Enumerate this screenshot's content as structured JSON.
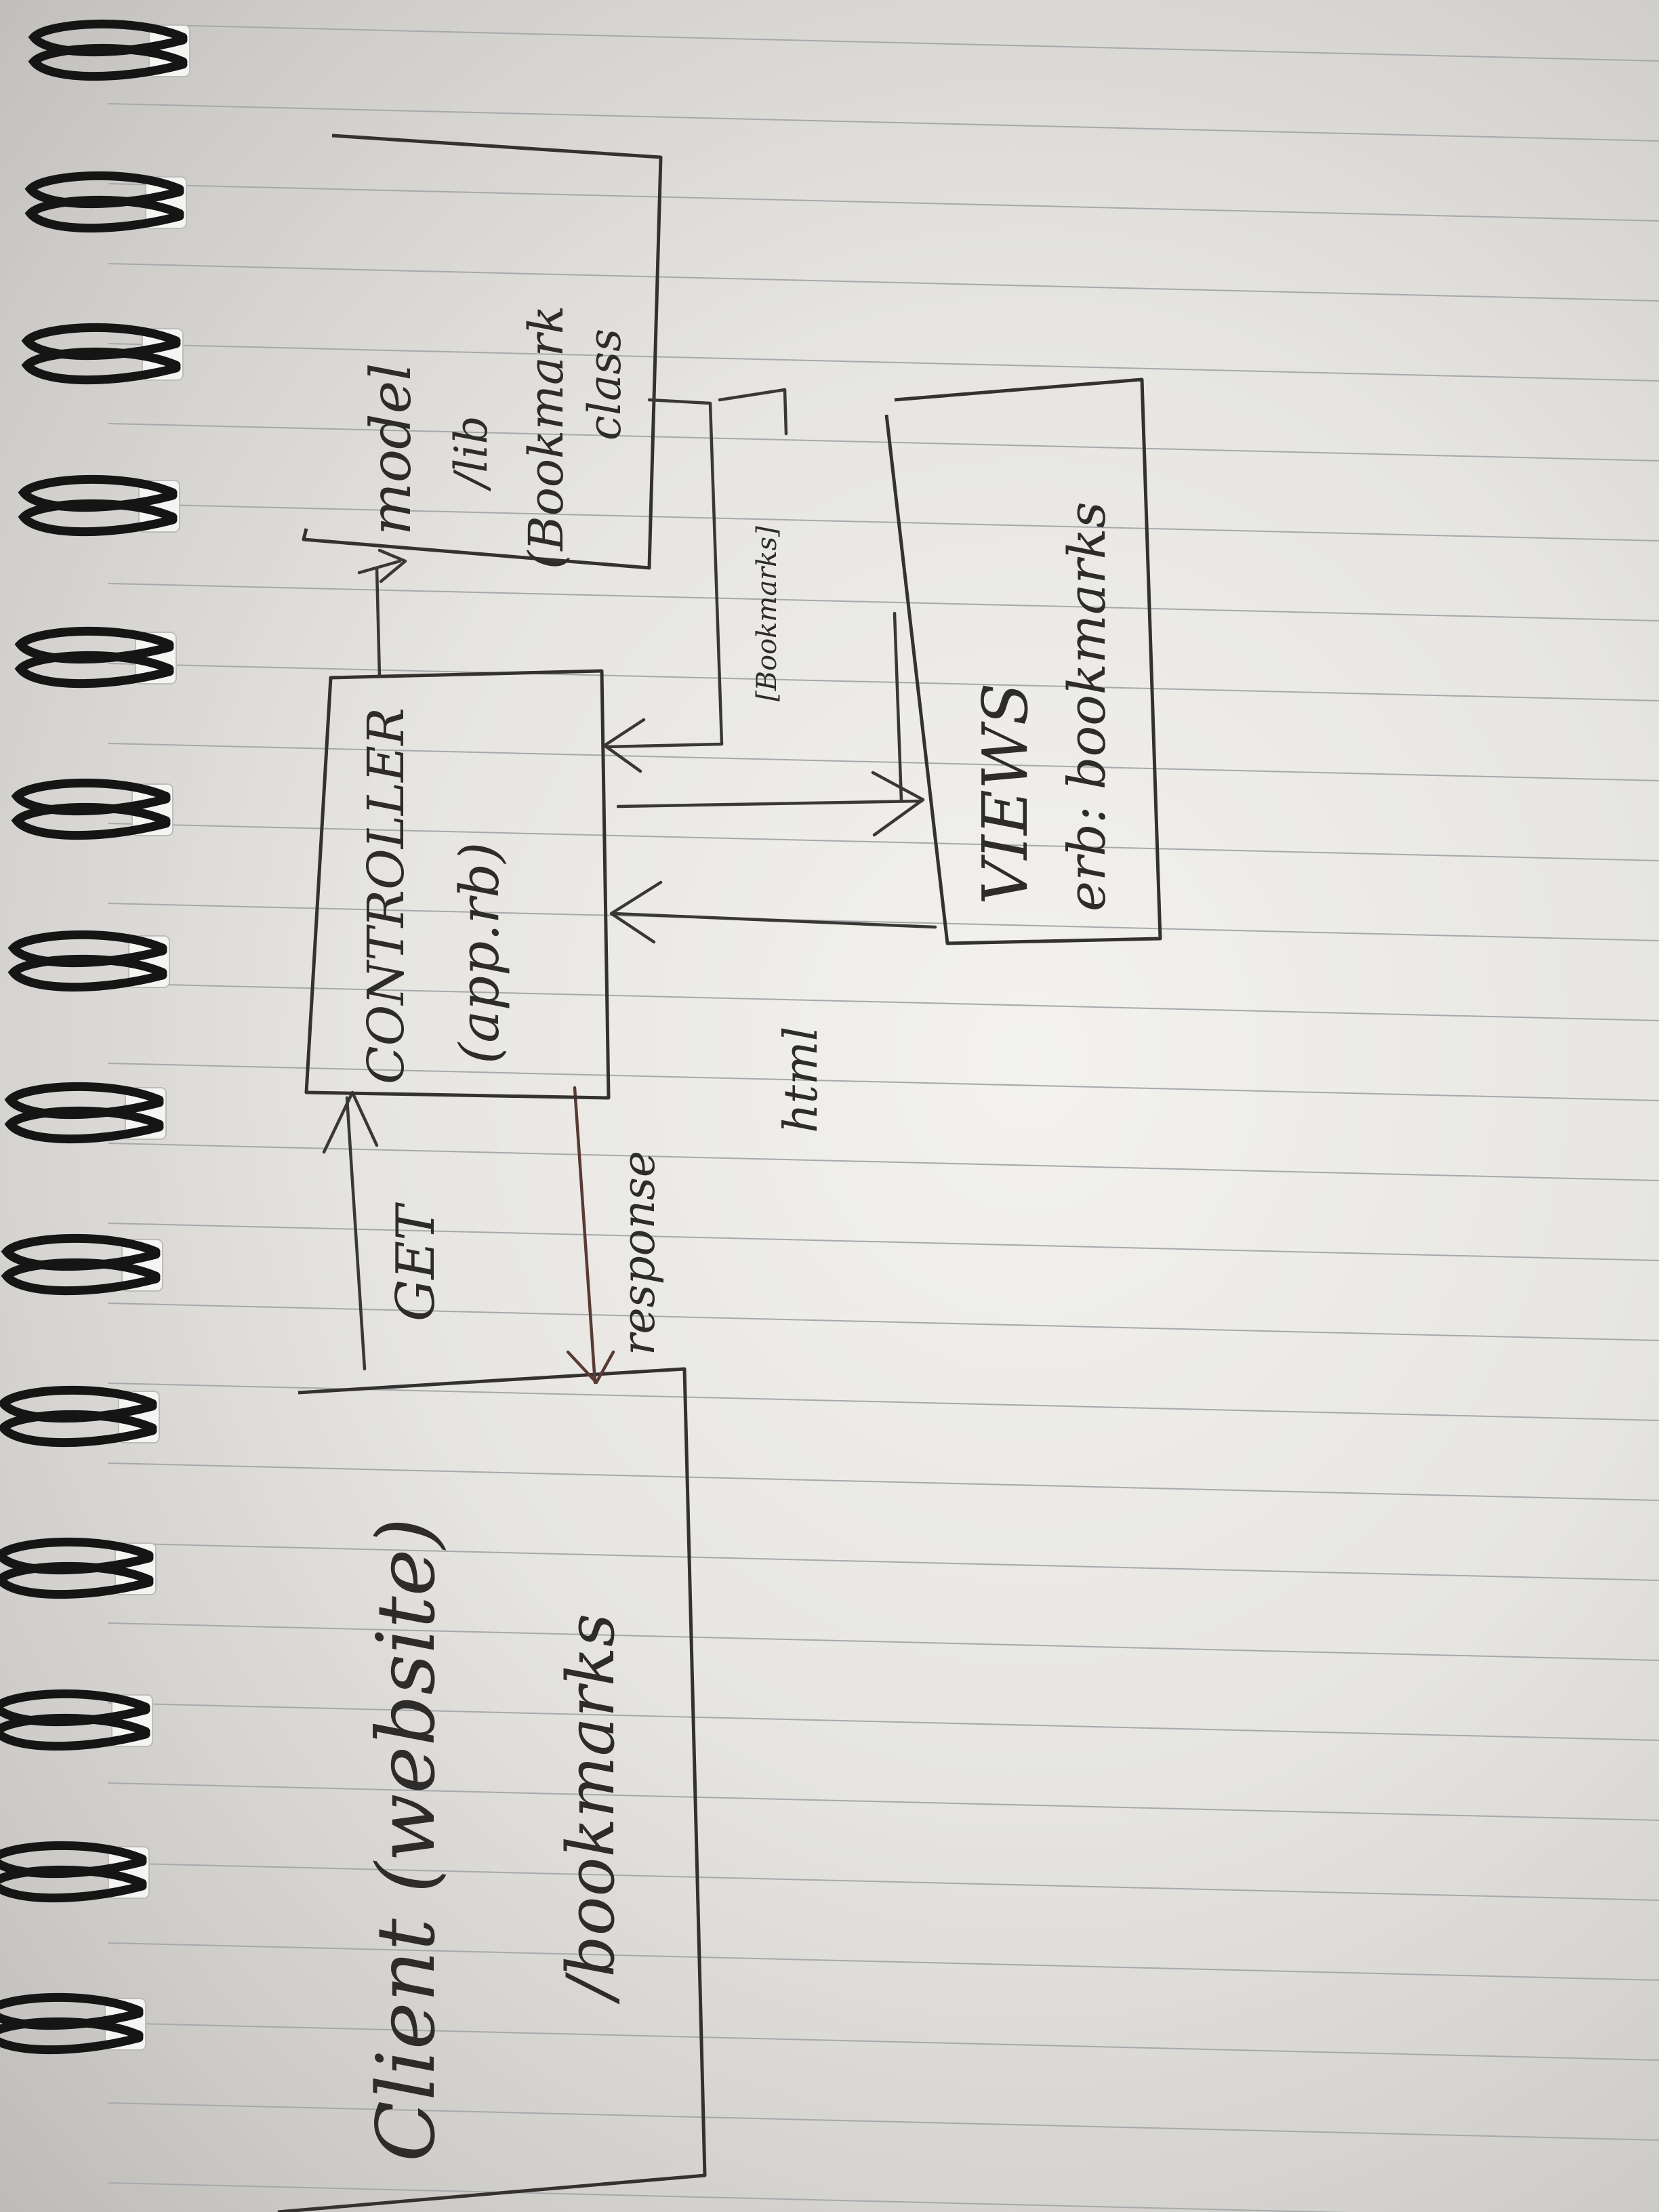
{
  "diagram": {
    "client": {
      "line1": "Client (website)",
      "line2": "/bookmarks"
    },
    "controller": {
      "line1": "CONTROLLER",
      "line2": "(app.rb)"
    },
    "model": {
      "line1": "model",
      "line2": "/lib",
      "line3": "(Bookmark",
      "line4": "class"
    },
    "views": {
      "line1": "VIEWS",
      "line2": "erb: bookmarks"
    },
    "edges": {
      "get": "GET",
      "response": "response",
      "bookmarks_return": "[Bookmarks]",
      "html": "html"
    }
  },
  "colors": {
    "ink": "#2e2c2a",
    "red_ink": "#5a3a34",
    "paper": "#ecebe7"
  }
}
